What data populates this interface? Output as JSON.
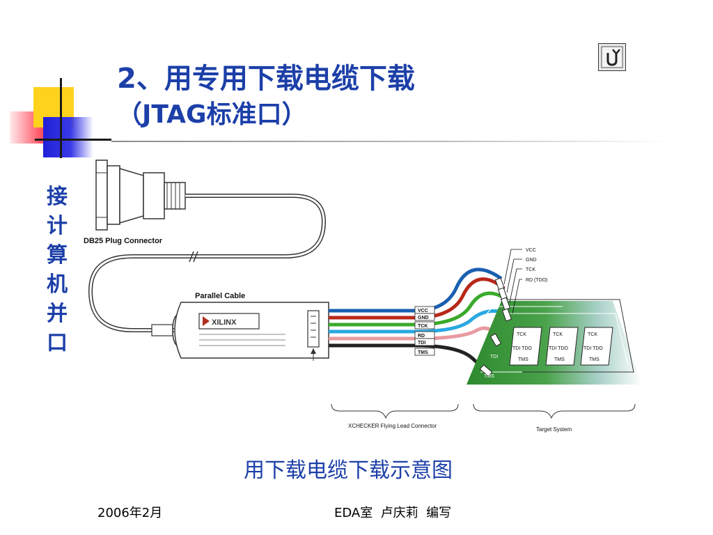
{
  "slide": {
    "title_line1": "2、用专用下载电缆下载",
    "title_line2": "（JTAG标准口）",
    "side_label": [
      "接",
      "计",
      "算",
      "机",
      "并",
      "口"
    ],
    "caption": "用下载电缆下载示意图",
    "footer_date": "2006年2月",
    "footer_author": "EDA室  卢庆莉  编写",
    "return_icon": "u-turn-return-icon"
  },
  "diagram": {
    "db25_label": "DB25 Plug Connector",
    "parallel_label": "Parallel Cable",
    "brand": "XILINX",
    "pin_labels": [
      "VCC",
      "GND",
      "TCK",
      "RD",
      "TDI",
      "TMS"
    ],
    "top_labels": [
      "VCC",
      "GND",
      "TCK",
      "RD (TDO)"
    ],
    "tdi_label": "TDI",
    "tms_label": "TMS",
    "chip_tck": "TCK",
    "chip_tdi_tdo": "TDI TDO",
    "chip_tms": "TMS",
    "flying_lead_label": "XCHECKER Flying Lead Connector",
    "target_label": "Target System"
  },
  "colors": {
    "title": "#1c3fa8",
    "wire_blue": "#1a5fb0",
    "wire_red": "#b8281a",
    "wire_green": "#3aaa2a",
    "wire_cyan": "#2aa8e0",
    "wire_pink": "#e89aa0",
    "wire_black": "#222222",
    "board_green": "#2e8a2e"
  }
}
